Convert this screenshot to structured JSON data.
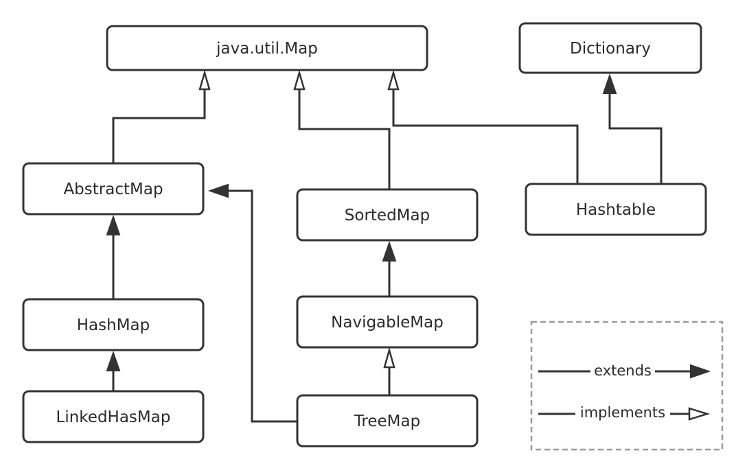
{
  "nodes": {
    "map": {
      "label": "java.util.Map"
    },
    "dictionary": {
      "label": "Dictionary"
    },
    "abstract_map": {
      "label": "AbstractMap"
    },
    "sorted_map": {
      "label": "SortedMap"
    },
    "hashtable": {
      "label": "Hashtable"
    },
    "hash_map": {
      "label": "HashMap"
    },
    "navigable_map": {
      "label": "NavigableMap"
    },
    "linked_has_map": {
      "label": "LinkedHasMap"
    },
    "tree_map": {
      "label": "TreeMap"
    }
  },
  "edges": [
    {
      "from": "abstract_map",
      "to": "map",
      "kind": "implements"
    },
    {
      "from": "sorted_map",
      "to": "map",
      "kind": "implements"
    },
    {
      "from": "hashtable",
      "to": "map",
      "kind": "implements"
    },
    {
      "from": "hashtable",
      "to": "dictionary",
      "kind": "extends"
    },
    {
      "from": "hash_map",
      "to": "abstract_map",
      "kind": "extends"
    },
    {
      "from": "tree_map",
      "to": "abstract_map",
      "kind": "extends"
    },
    {
      "from": "navigable_map",
      "to": "sorted_map",
      "kind": "extends"
    },
    {
      "from": "linked_has_map",
      "to": "hash_map",
      "kind": "extends"
    },
    {
      "from": "tree_map",
      "to": "navigable_map",
      "kind": "implements"
    }
  ],
  "legend": {
    "extends_label": "extends",
    "implements_label": "implements"
  }
}
